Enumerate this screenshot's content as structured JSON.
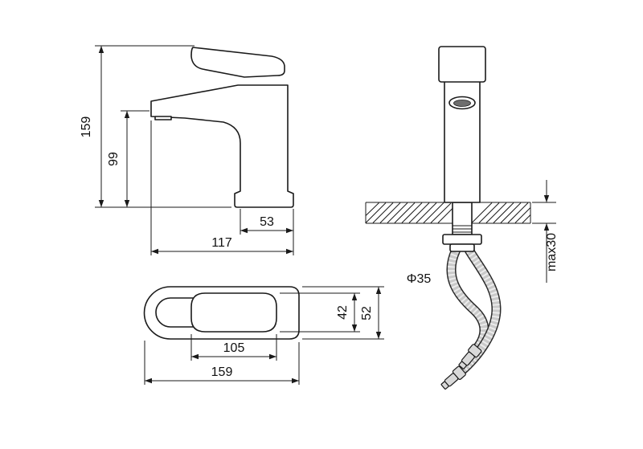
{
  "drawing": {
    "type": "technical-dimension-drawing",
    "subject": "basin faucet (mixer tap) three-view drawing with flexible hoses",
    "background_color": "#ffffff",
    "line_color": "#1a1a1a",
    "labels": {
      "side_total_height": "159",
      "side_spout_height": "99",
      "side_base_depth": "53",
      "side_total_reach": "117",
      "front_hole_diameter": "Φ35",
      "front_max_deck_thickness": "max30",
      "top_handle_width": "42",
      "top_body_width": "52",
      "top_handle_length": "105",
      "top_total_length": "159"
    }
  }
}
